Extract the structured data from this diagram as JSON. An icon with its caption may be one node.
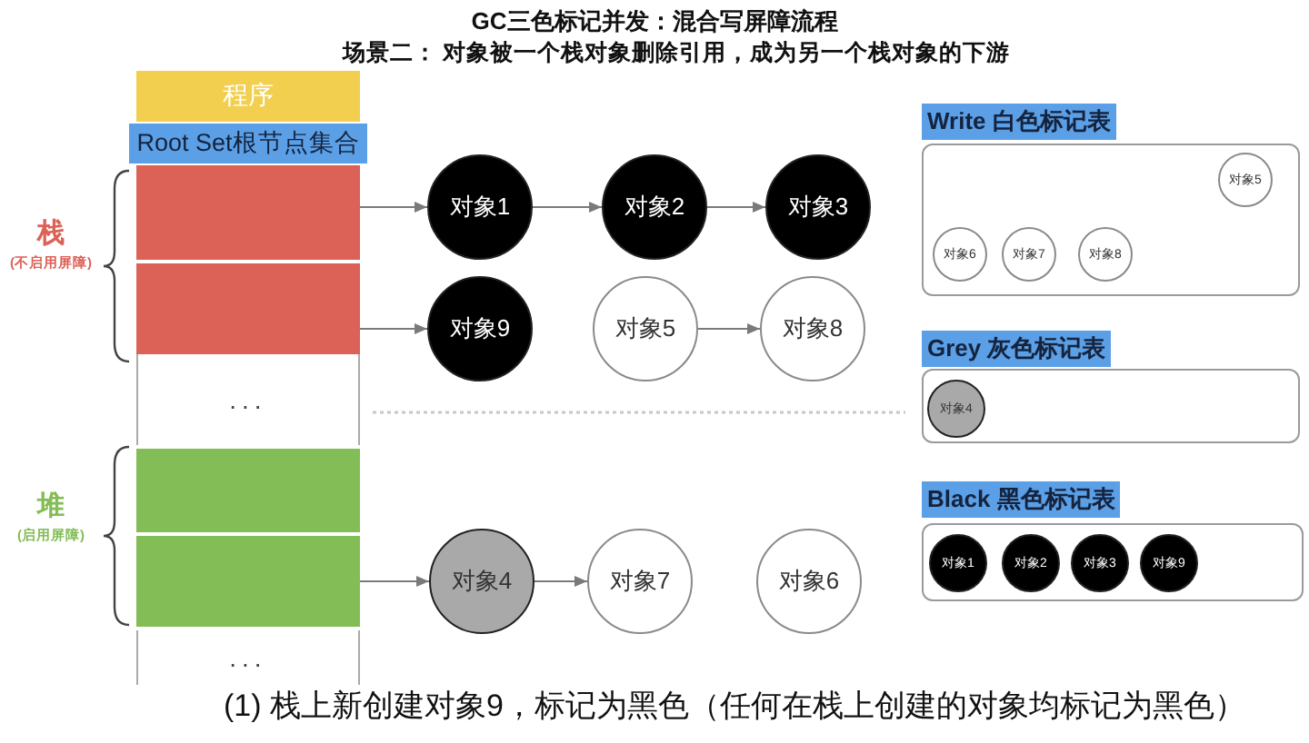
{
  "diagram": {
    "title": "GC三色标记并发：混合写屏障流程",
    "caption": "(1) 栈上新创建对象9，标记为黑色（任何在栈上创建的对象均标记为黑色）",
    "nodes": [
      {
        "text": [
          "程序"
        ]
      },
      {
        "text": [
          "Root Set根节点集合"
        ]
      },
      {
        "text": [],
        "shape": "box"
      },
      {
        "text": [],
        "shape": "box"
      },
      {
        "text": [
          "..."
        ]
      },
      {
        "text": [],
        "shape": "box"
      },
      {
        "text": [],
        "shape": "box"
      },
      {
        "text": [
          "..."
        ]
      },
      {
        "text": [
          "对象1"
        ]
      },
      {
        "text": [
          "对象2"
        ]
      },
      {
        "text": [
          "对象3"
        ]
      },
      {
        "text": [
          "对象9"
        ]
      },
      {
        "text": [
          "对象5"
        ]
      },
      {
        "text": [
          "对象8"
        ]
      },
      {
        "text": [
          "对象4"
        ]
      },
      {
        "text": [
          "对象7"
        ]
      },
      {
        "text": [
          "对象6"
        ]
      },
      {
        "text": [
          "Write 白色标记表"
        ]
      },
      {
        "text": [
          "对象5"
        ],
        "in": 17
      },
      {
        "text": [
          "对象6"
        ],
        "in": 17
      },
      {
        "text": [
          "对象7"
        ],
        "in": 17
      },
      {
        "text": [
          "对象8"
        ],
        "in": 17
      },
      {
        "text": [
          "Grey 灰色标记表"
        ]
      },
      {
        "text": [
          "对象4"
        ],
        "in": 22
      },
      {
        "text": [
          "Black 黑色标记表"
        ]
      },
      {
        "text": [
          "对象1"
        ],
        "in": 24
      },
      {
        "text": [
          "对象2"
        ],
        "in": 24
      },
      {
        "text": [
          "对象3"
        ],
        "in": 24
      },
      {
        "text": [
          "对象9"
        ],
        "in": 24
      }
    ],
    "edges": [
      {
        "from": 2,
        "to": 8,
        "arrow": "to"
      },
      {
        "from": 8,
        "to": 9,
        "arrow": "to"
      },
      {
        "from": 9,
        "to": 10,
        "arrow": "to"
      },
      {
        "from": 3,
        "to": 11,
        "arrow": "to"
      },
      {
        "from": 12,
        "to": 13,
        "arrow": "to"
      },
      {
        "from": 6,
        "to": 14,
        "arrow": "to"
      },
      {
        "from": 14,
        "to": 15,
        "arrow": "to"
      }
    ],
    "labels": [
      "场景二： 对象被一个栈对象删除引用，成为另一个栈对象的下游",
      "栈",
      "(不启用屏障)",
      "堆",
      "(启用屏障)"
    ]
  }
}
